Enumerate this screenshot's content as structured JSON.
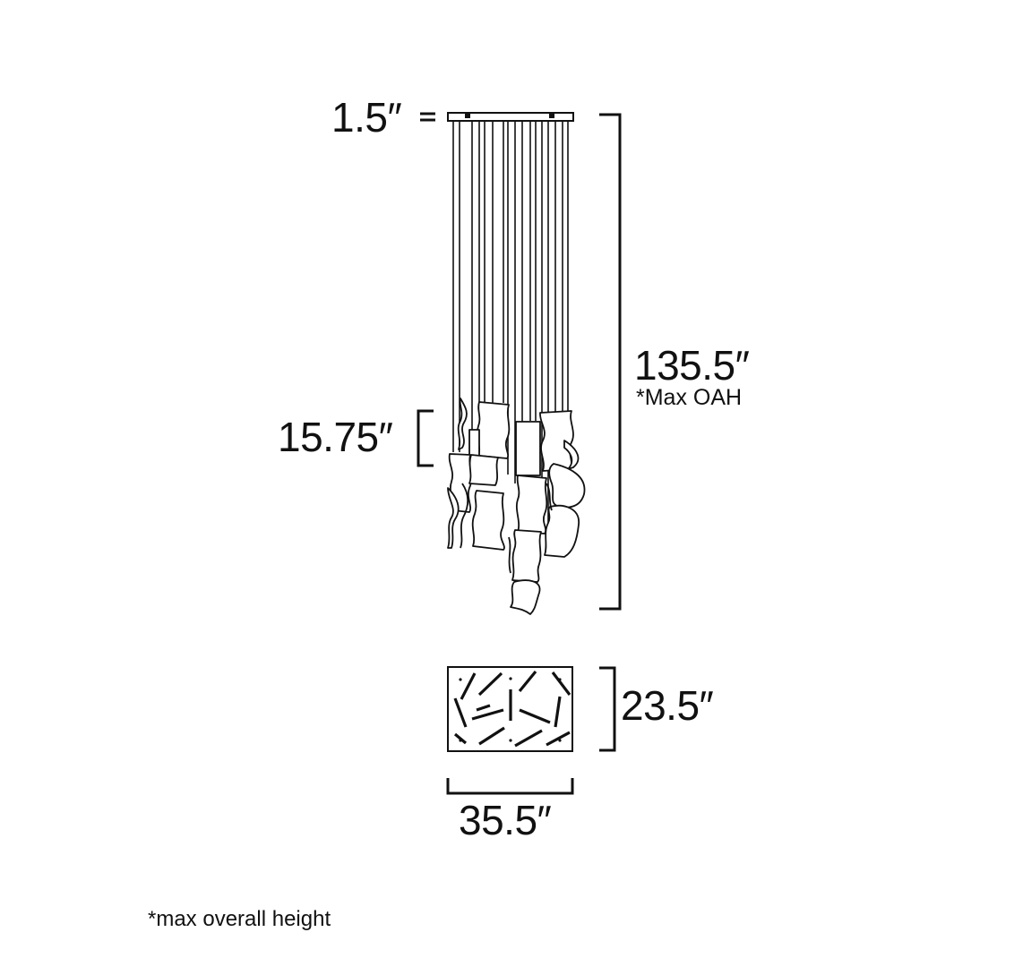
{
  "dimensions": {
    "canopy_height": "1.5″",
    "overall_height": "135.5″",
    "overall_height_note": "*Max OAH",
    "pendant_height": "15.75″",
    "canopy_depth": "23.5″",
    "canopy_width": "35.5″"
  },
  "footnote": "*max overall height",
  "colors": {
    "line": "#111111",
    "background": "#ffffff"
  }
}
